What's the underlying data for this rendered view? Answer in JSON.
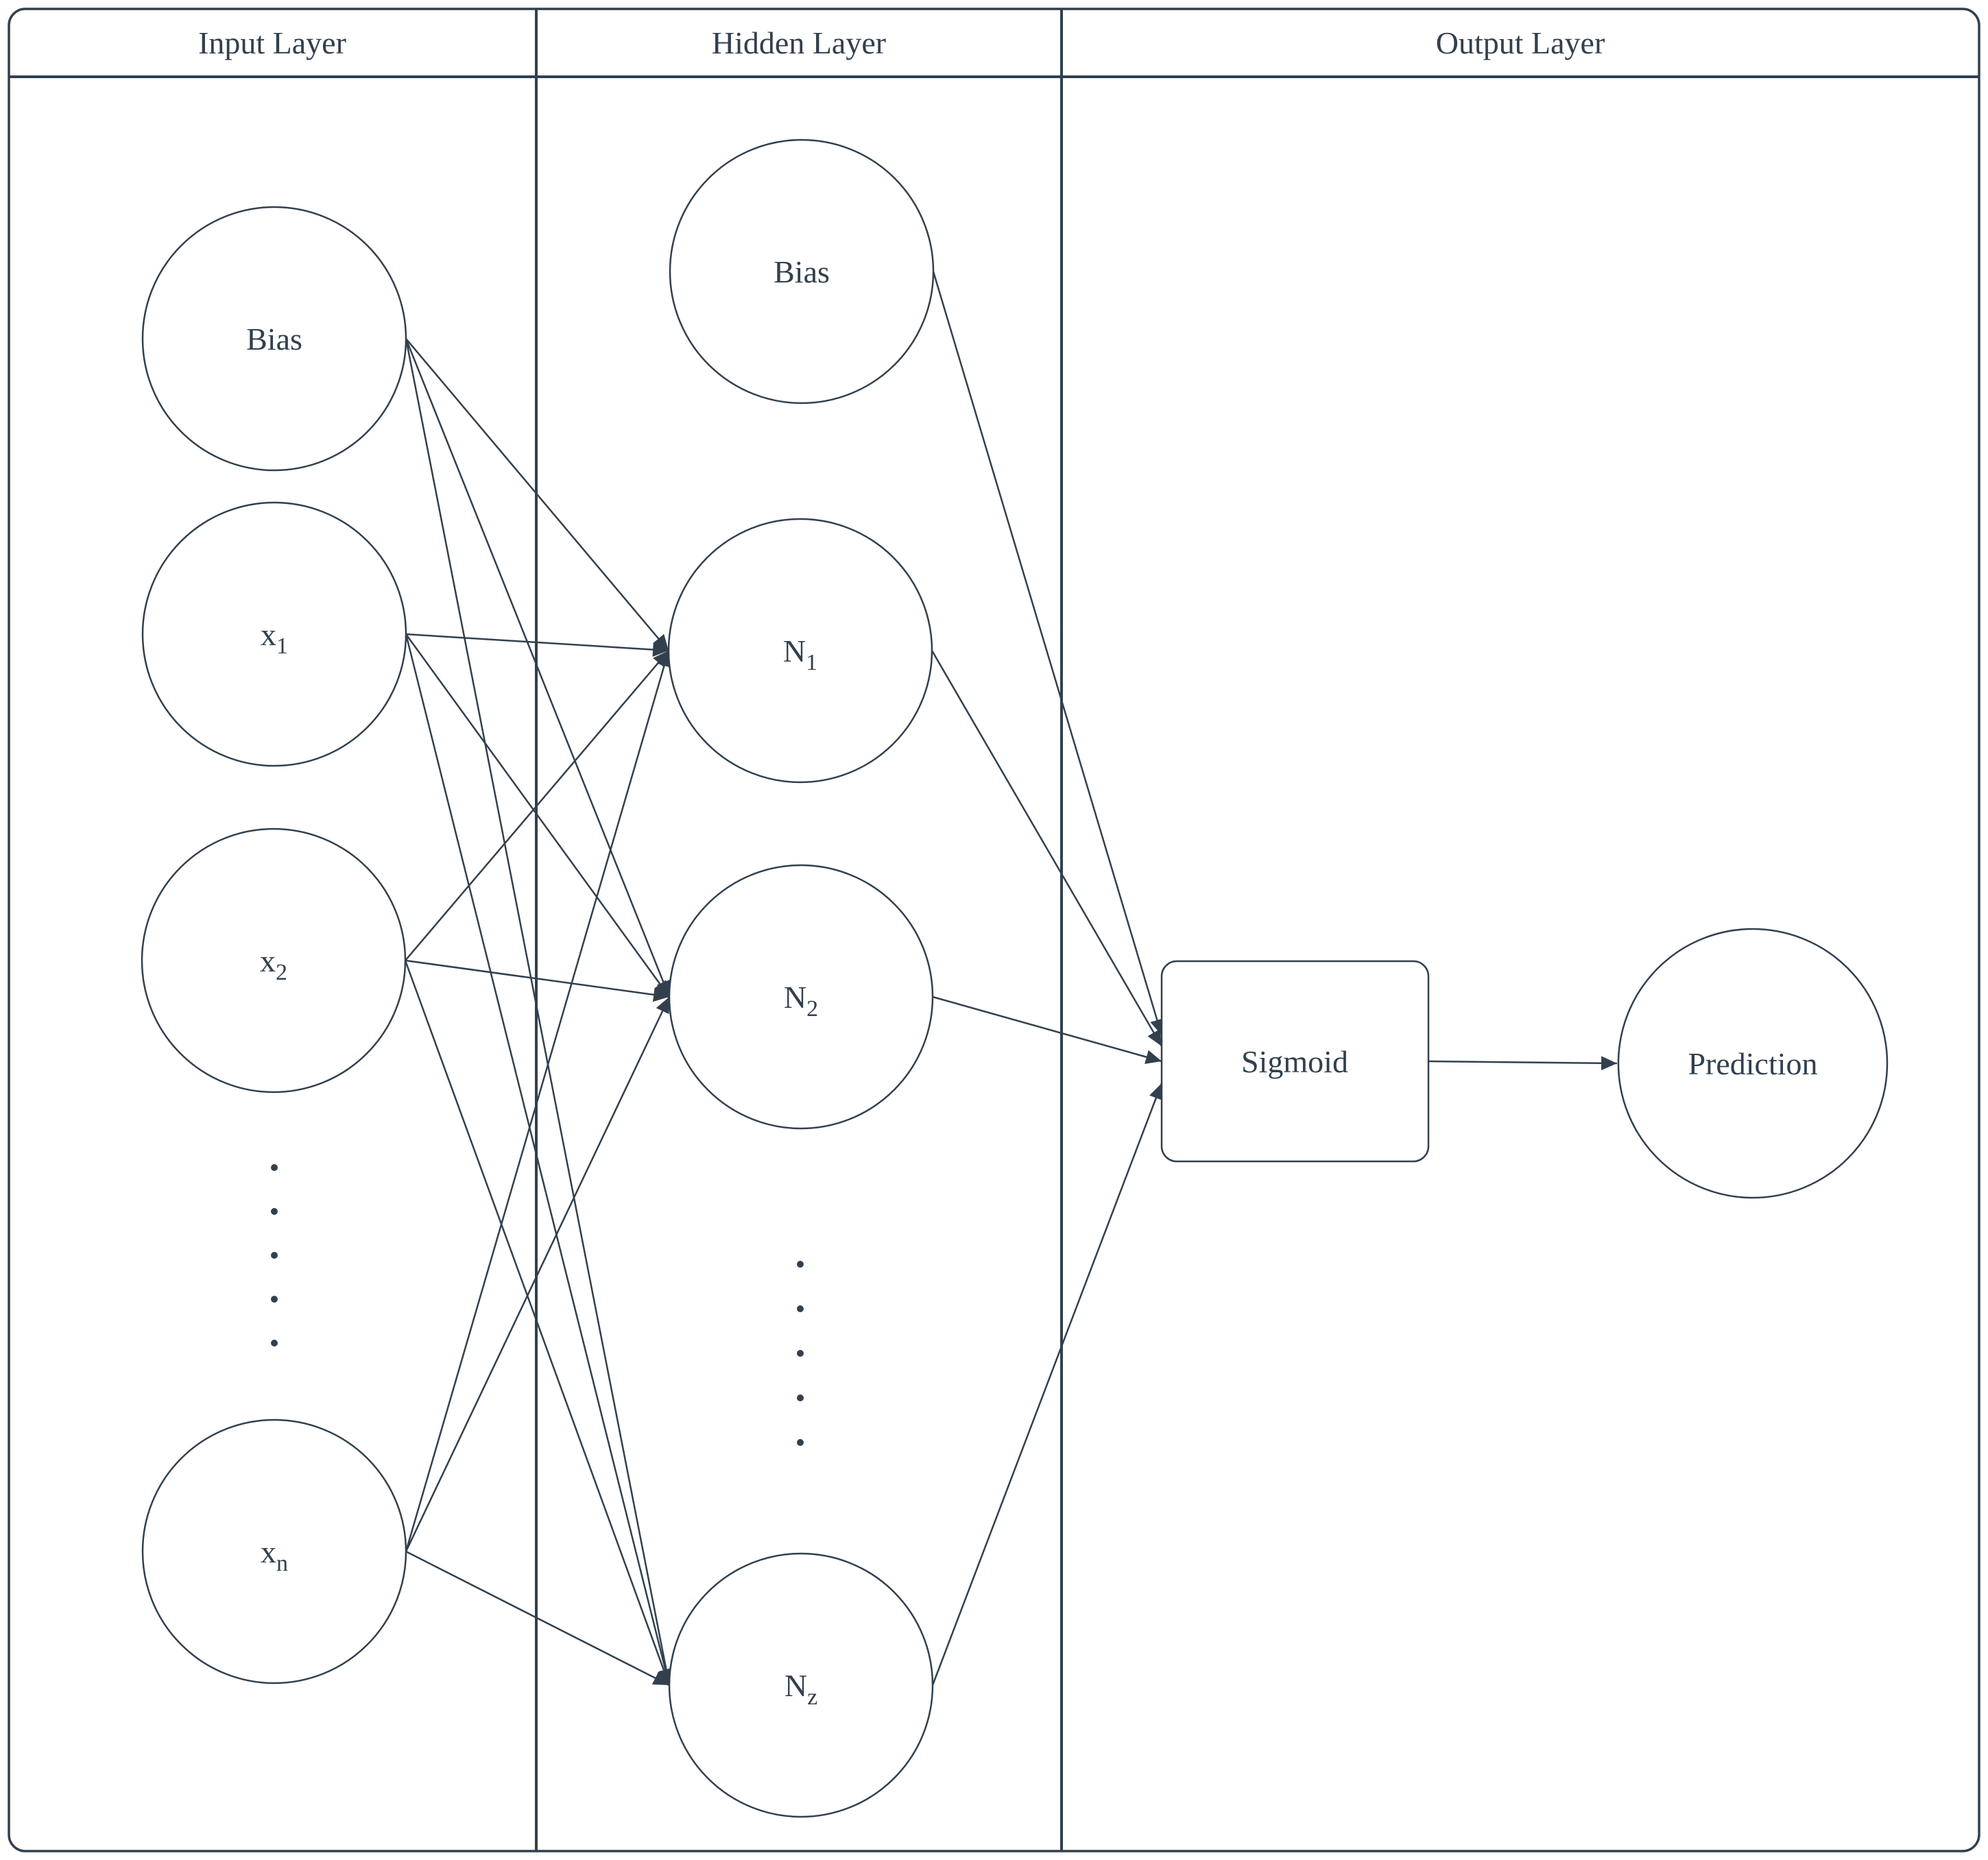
{
  "colors": {
    "stroke": "#32404e",
    "text": "#32404e",
    "background": "#ffffff"
  },
  "columns": [
    {
      "id": "input",
      "label": "Input Layer"
    },
    {
      "id": "hidden",
      "label": "Hidden Layer"
    },
    {
      "id": "output",
      "label": "Output Layer"
    }
  ],
  "nodes": {
    "input_bias": {
      "label": "Bias"
    },
    "x1": {
      "base": "x",
      "sub": "1"
    },
    "x2": {
      "base": "x",
      "sub": "2"
    },
    "xn": {
      "base": "x",
      "sub": "n"
    },
    "hidden_bias": {
      "label": "Bias"
    },
    "n1": {
      "base": "N",
      "sub": "1"
    },
    "n2": {
      "base": "N",
      "sub": "2"
    },
    "nz": {
      "base": "N",
      "sub": "z"
    },
    "sigmoid": {
      "label": "Sigmoid"
    },
    "prediction": {
      "label": "Prediction"
    }
  },
  "edges": [
    {
      "from": "input_bias",
      "to": "n1"
    },
    {
      "from": "input_bias",
      "to": "n2"
    },
    {
      "from": "input_bias",
      "to": "nz"
    },
    {
      "from": "x1",
      "to": "n1"
    },
    {
      "from": "x1",
      "to": "n2"
    },
    {
      "from": "x1",
      "to": "nz"
    },
    {
      "from": "x2",
      "to": "n1"
    },
    {
      "from": "x2",
      "to": "n2"
    },
    {
      "from": "x2",
      "to": "nz"
    },
    {
      "from": "xn",
      "to": "n1"
    },
    {
      "from": "xn",
      "to": "n2"
    },
    {
      "from": "xn",
      "to": "nz"
    },
    {
      "from": "hidden_bias",
      "to": "sigmoid"
    },
    {
      "from": "n1",
      "to": "sigmoid"
    },
    {
      "from": "n2",
      "to": "sigmoid"
    },
    {
      "from": "nz",
      "to": "sigmoid"
    },
    {
      "from": "sigmoid",
      "to": "prediction"
    }
  ]
}
